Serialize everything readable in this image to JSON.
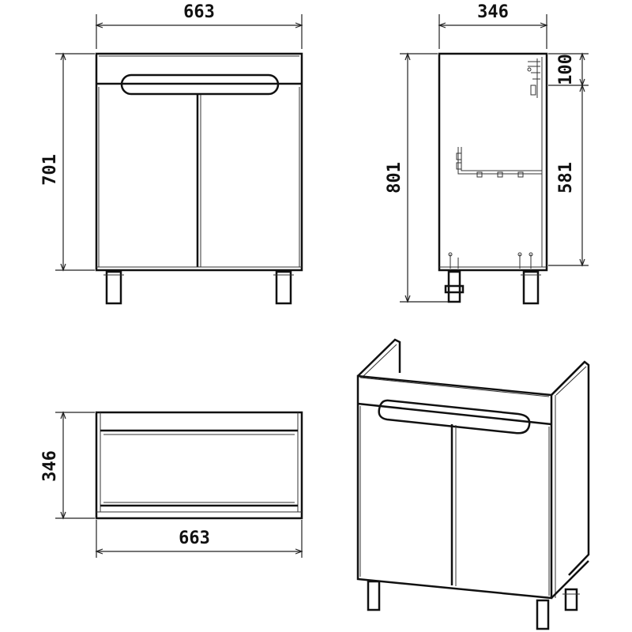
{
  "front_view": {
    "width_label": "663",
    "height_label": "701"
  },
  "side_view": {
    "depth_label": "346",
    "total_height_label": "801",
    "top_offset_label": "100",
    "mid_height_label": "581"
  },
  "top_view": {
    "depth_label": "346",
    "width_label": "663"
  },
  "colors": {
    "line": "#111111",
    "background": "#ffffff"
  }
}
